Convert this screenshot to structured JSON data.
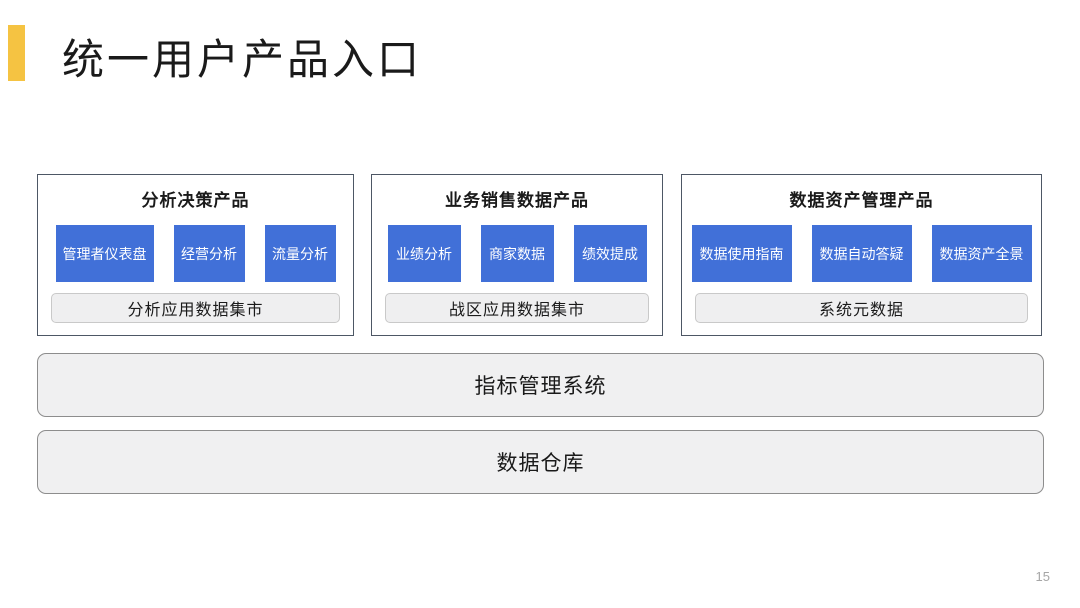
{
  "page": {
    "title": "统一用户产品入口",
    "page_number": "15"
  },
  "colors": {
    "accent_yellow": "#F5C342",
    "product_blue": "#4170D8",
    "group_border": "#4D5765",
    "pill_fill": "#EFEFF0",
    "pill_border": "#C9C9C9",
    "layer_fill": "#F0F0F1",
    "layer_border": "#8D8D8D",
    "text_dark": "#1A1A1A",
    "page_number_gray": "#A6A6A6"
  },
  "groups": [
    {
      "title": "分析决策产品",
      "products": [
        "管理者仪表盘",
        "经营分析",
        "流量分析"
      ],
      "datamart": "分析应用数据集市"
    },
    {
      "title": "业务销售数据产品",
      "products": [
        "业绩分析",
        "商家数据",
        "绩效提成"
      ],
      "datamart": "战区应用数据集市"
    },
    {
      "title": "数据资产管理产品",
      "products": [
        "数据使用指南",
        "数据自动答疑",
        "数据资产全景"
      ],
      "datamart": "系统元数据"
    }
  ],
  "layers": [
    {
      "label": "指标管理系统"
    },
    {
      "label": "数据仓库"
    }
  ]
}
